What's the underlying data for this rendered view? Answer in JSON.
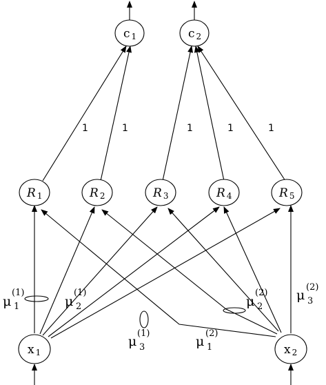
{
  "nodes": {
    "c1": {
      "base": "c",
      "sub": "1"
    },
    "c2": {
      "base": "c",
      "sub": "2"
    },
    "R1": {
      "base": "R",
      "sub": "1"
    },
    "R2": {
      "base": "R",
      "sub": "2"
    },
    "R3": {
      "base": "R",
      "sub": "3"
    },
    "R4": {
      "base": "R",
      "sub": "4"
    },
    "R5": {
      "base": "R",
      "sub": "5"
    },
    "x1": {
      "base": "x",
      "sub": "1"
    },
    "x2": {
      "base": "x",
      "sub": "2"
    }
  },
  "weights": {
    "R1_c1": "1",
    "R2_c1": "1",
    "R3_c2": "1",
    "R4_c2": "1",
    "R5_c2": "1"
  },
  "memberships": {
    "mu11": {
      "base": "μ",
      "sub": "1",
      "sup": "(1)"
    },
    "mu21": {
      "base": "μ",
      "sub": "2",
      "sup": "(1)"
    },
    "mu31": {
      "base": "μ",
      "sub": "3",
      "sup": "(1)"
    },
    "mu12": {
      "base": "μ",
      "sub": "1",
      "sup": "(2)"
    },
    "mu22": {
      "base": "μ",
      "sub": "2",
      "sup": "(2)"
    },
    "mu32": {
      "base": "μ",
      "sub": "3",
      "sup": "(2)"
    }
  }
}
